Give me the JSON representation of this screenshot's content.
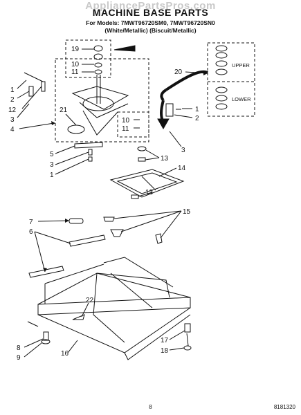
{
  "watermark": "AppliancePartsPros.com",
  "title": "MACHINE BASE PARTS",
  "models_line": "For Models: 7MWT96720SM0, 7MWT96720SN0",
  "variants_line": "(White/Metallic)  (Biscuit/Metallic)",
  "inset_labels": {
    "upper": "UPPER",
    "lower": "LOWER"
  },
  "callouts": [
    "19",
    "10",
    "11",
    "1",
    "2",
    "12",
    "3",
    "4",
    "21",
    "20",
    "1",
    "2",
    "10",
    "11",
    "3",
    "13",
    "14",
    "5",
    "3",
    "1",
    "13",
    "15",
    "7",
    "6",
    "22",
    "8",
    "9",
    "16",
    "17",
    "18"
  ],
  "footer": {
    "page": "8",
    "part_number": "8181320"
  }
}
